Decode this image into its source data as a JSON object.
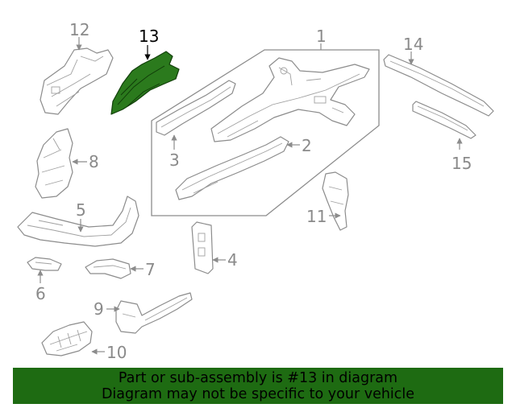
{
  "diagram": {
    "highlight_color": "#2b7a1d",
    "callouts": {
      "c1": "1",
      "c2": "2",
      "c3": "3",
      "c4": "4",
      "c5": "5",
      "c6": "6",
      "c7": "7",
      "c8": "8",
      "c9": "9",
      "c10": "10",
      "c11": "11",
      "c12": "12",
      "c13": "13",
      "c14": "14",
      "c15": "15"
    }
  },
  "banner": {
    "line1": "Part or sub-assembly is #13 in diagram",
    "line2": "Diagram may not be specific to your vehicle",
    "background": "#1e6b12"
  }
}
